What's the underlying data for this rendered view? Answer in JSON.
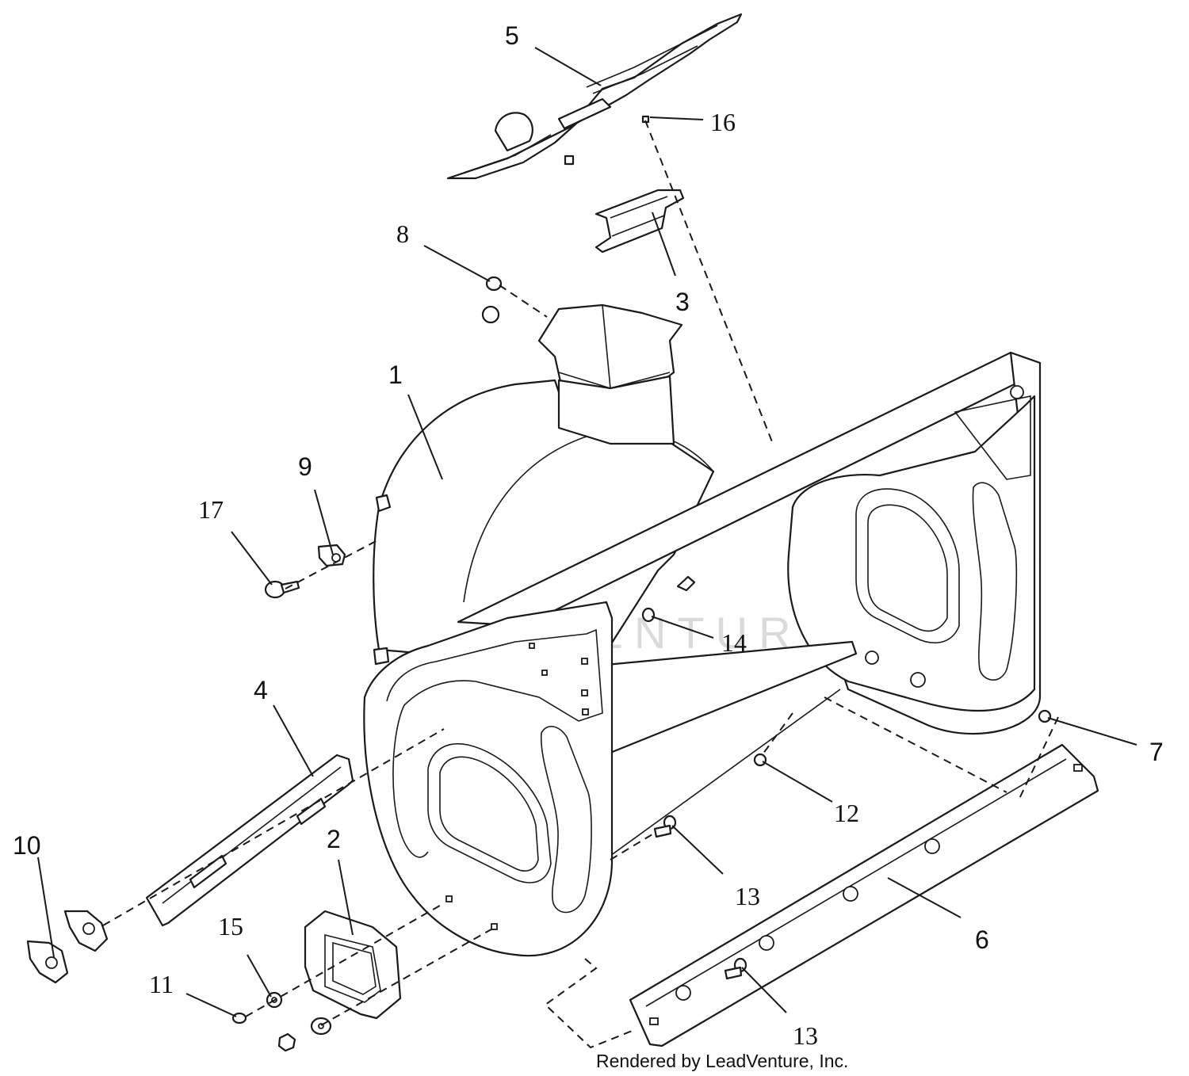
{
  "diagram": {
    "callouts": [
      {
        "id": "1",
        "label": "1",
        "style": "sans"
      },
      {
        "id": "2",
        "label": "2",
        "style": "sans"
      },
      {
        "id": "3",
        "label": "3",
        "style": "sans"
      },
      {
        "id": "4",
        "label": "4",
        "style": "sans"
      },
      {
        "id": "5",
        "label": "5",
        "style": "sans"
      },
      {
        "id": "6",
        "label": "6",
        "style": "sans"
      },
      {
        "id": "7",
        "label": "7",
        "style": "sans"
      },
      {
        "id": "8",
        "label": "8",
        "style": "serif"
      },
      {
        "id": "9",
        "label": "9",
        "style": "sans"
      },
      {
        "id": "10",
        "label": "10",
        "style": "sans"
      },
      {
        "id": "11",
        "label": "11",
        "style": "serif"
      },
      {
        "id": "12",
        "label": "12",
        "style": "serif"
      },
      {
        "id": "13a",
        "label": "13",
        "style": "serif"
      },
      {
        "id": "13b",
        "label": "13",
        "style": "serif"
      },
      {
        "id": "14",
        "label": "14",
        "style": "serif"
      },
      {
        "id": "15",
        "label": "15",
        "style": "serif"
      },
      {
        "id": "16",
        "label": "16",
        "style": "serif"
      },
      {
        "id": "17",
        "label": "17",
        "style": "serif"
      }
    ],
    "watermark": {
      "text": "LEADVENTURE",
      "logo": "flame-logo"
    },
    "credit": "Rendered by LeadVenture, Inc."
  }
}
